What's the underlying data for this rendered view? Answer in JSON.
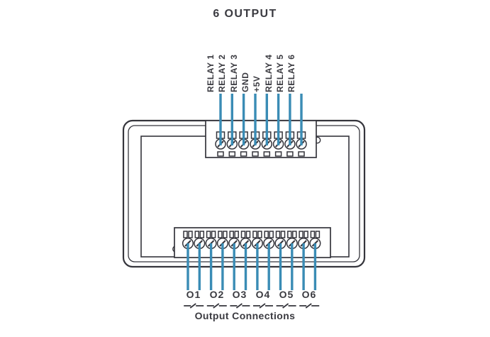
{
  "title": "6 OUTPUT",
  "caption": "Output Connections",
  "colors": {
    "accent_blue": "#3a8cb5",
    "line_dark": "#35353c",
    "background": "#ffffff"
  },
  "device": {
    "top_terminal_count": 8,
    "bottom_terminal_count": 12,
    "top_pin_labels": [
      "RELAY 1",
      "RELAY 2",
      "RELAY 3",
      "GND",
      "+5V",
      "RELAY 4",
      "RELAY 5",
      "RELAY 6"
    ],
    "output_labels": [
      "O1",
      "O2",
      "O3",
      "O4",
      "O5",
      "O6"
    ]
  }
}
